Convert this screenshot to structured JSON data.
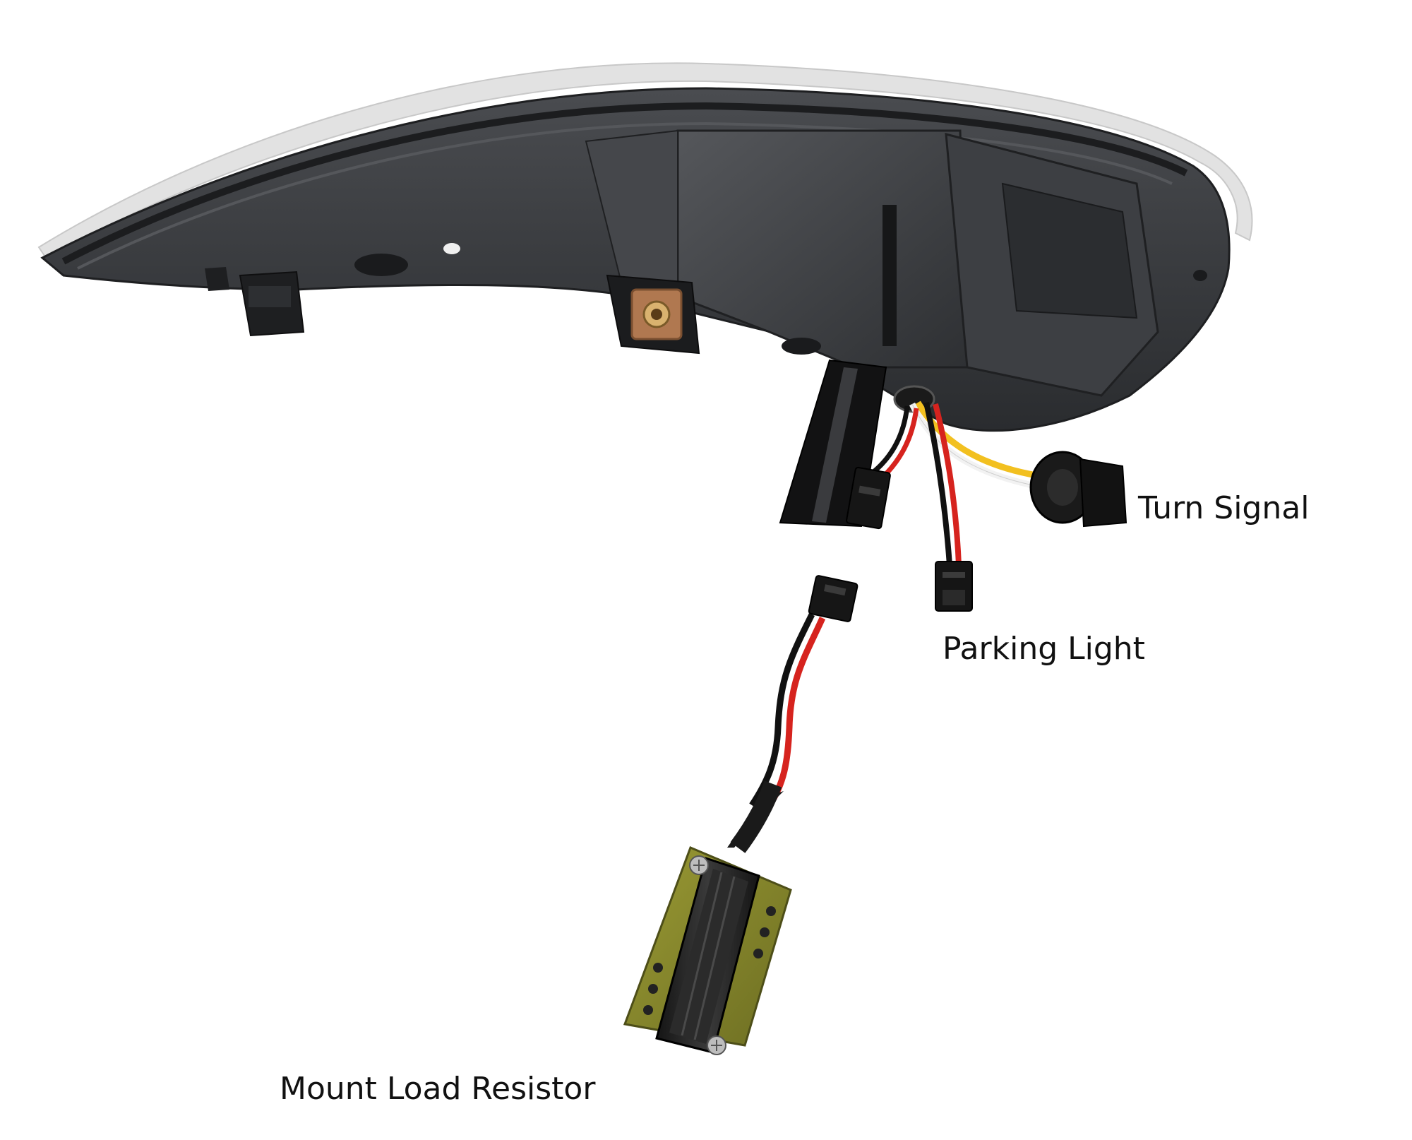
{
  "labels": {
    "turn_signal": "Turn Signal",
    "parking_light": "Parking Light",
    "mount_load_resistor": "Mount Load Resistor"
  },
  "colors": {
    "background": "#ffffff",
    "housing": "#3b3d40",
    "housing_dark": "#26282b",
    "lens_edge": "#d8d8d8",
    "wire_red": "#d6231e",
    "wire_black": "#111111",
    "wire_white": "#f2f2f2",
    "wire_yellow": "#f2c020",
    "pcb": "#8a8a2a",
    "heatsink": "#1f1f1f",
    "bracket": "#b07850"
  }
}
